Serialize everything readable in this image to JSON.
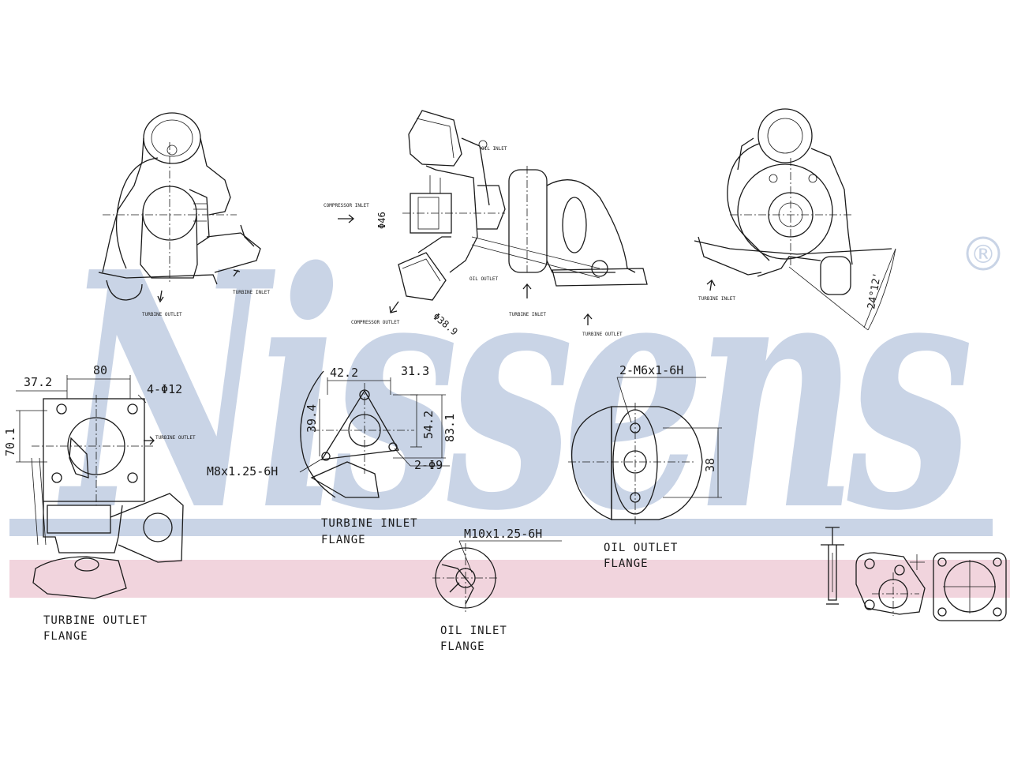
{
  "brand": {
    "watermark": "Nissens",
    "registered_mark": "®",
    "watermark_color": "#c9d4e6",
    "blue_band_color": "#c9d4e6",
    "red_band_color": "#f1d4dd"
  },
  "views": {
    "front": {
      "turbine_outlet": "TURBINE OUTLET",
      "turbine_inlet": "TURBINE INLET"
    },
    "side": {
      "compressor_inlet": "COMPRESSOR INLET",
      "compressor_outlet": "COMPRESSOR OUTLET",
      "oil_inlet": "OIL INLET",
      "oil_outlet": "OIL OUTLET",
      "turbine_inlet": "TURBINE INLET",
      "turbine_outlet": "TURBINE OUTLET",
      "dia_46": "Φ46",
      "dia_38": "Φ38.9"
    },
    "rear": {
      "turbine_inlet": "TURBINE INLET",
      "angle": "24°12'"
    }
  },
  "dimensions": {
    "turbine_outlet": {
      "d372": "37.2",
      "d80": "80",
      "holes": "4-Φ12",
      "d701": "70.1",
      "turbine_outlet_tag": "TURBINE OUTLET"
    },
    "turbine_inlet": {
      "d422": "42.2",
      "d313": "31.3",
      "d394": "39.4",
      "d542": "54.2",
      "d831": "83.1",
      "holes": "2-Φ9",
      "thread": "M8x1.25-6H"
    },
    "oil_outlet": {
      "thread": "2-M6x1-6H",
      "d38": "38"
    },
    "oil_inlet": {
      "thread": "M10x1.25-6H"
    }
  },
  "captions": {
    "turbine_outlet_flange": [
      "TURBINE OUTLET",
      "FLANGE"
    ],
    "turbine_inlet_flange": [
      "TURBINE INLET",
      "FLANGE"
    ],
    "oil_inlet_flange": [
      "OIL INLET",
      "FLANGE"
    ],
    "oil_outlet_flange": [
      "OIL OUTLET",
      "FLANGE"
    ]
  }
}
